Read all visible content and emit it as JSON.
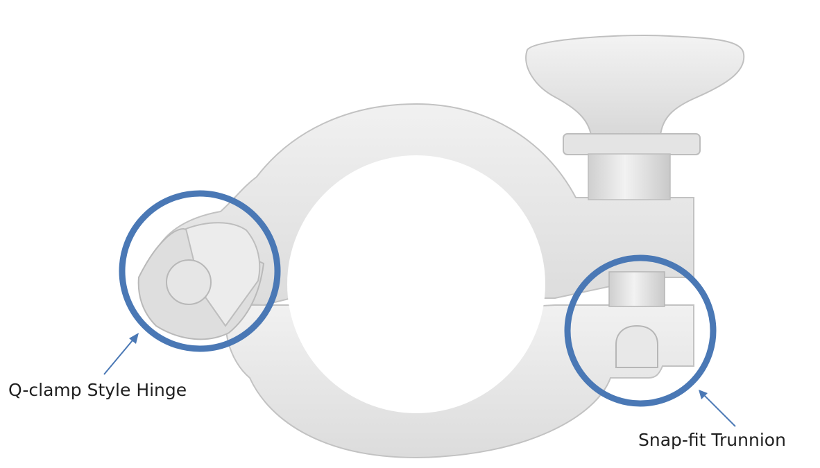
{
  "figure": {
    "subject": "sanitary-clamp",
    "callout_color": "#4a78b5",
    "body_color": "#e7e7e7",
    "shadow_color": "#c8c8c8"
  },
  "callouts": {
    "hinge": {
      "label": "Q-clamp Style Hinge",
      "icon": "highlight-circle"
    },
    "trunnion": {
      "label": "Snap-fit Trunnion",
      "icon": "highlight-circle"
    }
  }
}
